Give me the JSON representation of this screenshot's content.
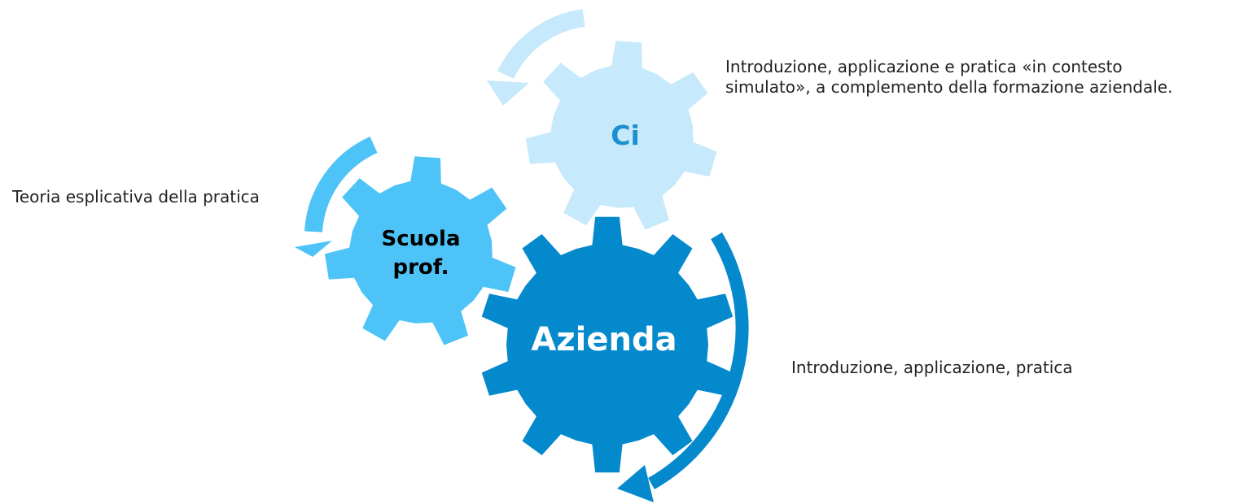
{
  "gears": {
    "ci": {
      "label": "Ci",
      "description_line1": "Introduzione, applicazione e pratica «in contesto",
      "description_line2": "simulato», a complemento della formazione aziendale.",
      "fill_color": "#c6e9fb",
      "label_color": "#1e8fcf"
    },
    "scuola": {
      "label_line1": "Scuola",
      "label_line2": "prof.",
      "description": "Teoria esplicativa della pratica",
      "fill_color": "#4dc3f8",
      "label_color": "#000000"
    },
    "azienda": {
      "label": "Azienda",
      "description": "Introduzione, applicazione, pratica",
      "fill_color": "#0589cd",
      "label_color": "#ffffff"
    }
  },
  "arrows": {
    "ci_color": "#c6e9fb",
    "scuola_color": "#4dc3f8",
    "azienda_color": "#0589cd"
  }
}
